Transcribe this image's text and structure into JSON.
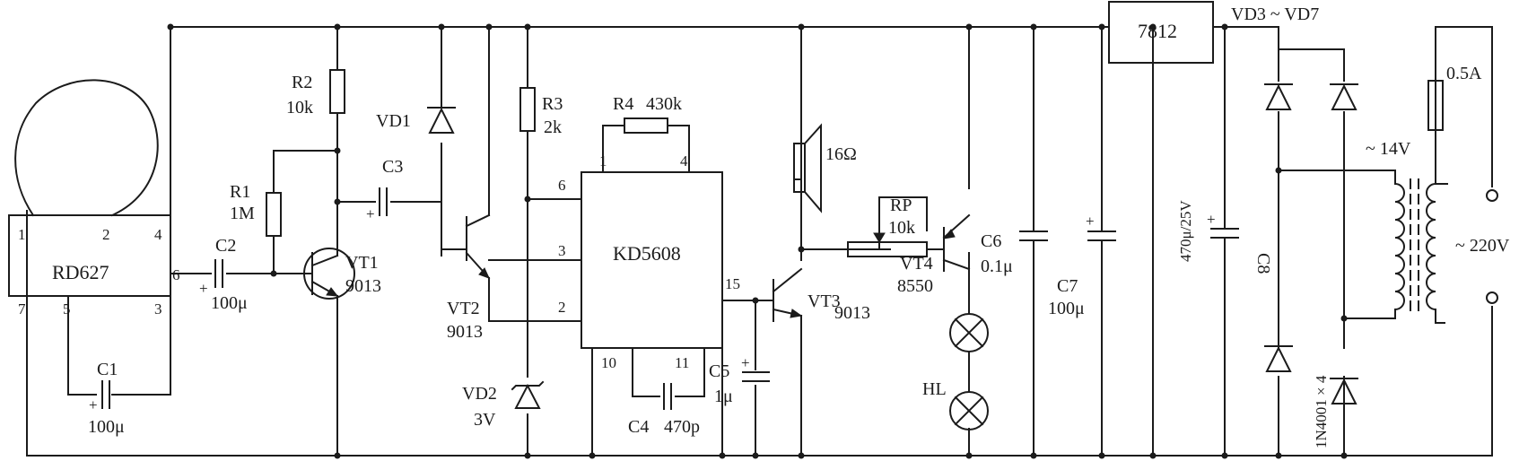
{
  "sensor": {
    "part": "RD627",
    "pins": [
      "1",
      "2",
      "4",
      "6",
      "7",
      "5",
      "3"
    ]
  },
  "resistors": {
    "r1": {
      "ref": "R1",
      "value": "1M"
    },
    "r2": {
      "ref": "R2",
      "value": "10k"
    },
    "r3": {
      "ref": "R3",
      "value": "2k"
    },
    "r4": {
      "ref": "R4",
      "value": "430k"
    },
    "rp": {
      "ref": "RP",
      "value": "10k"
    }
  },
  "capacitors": {
    "c1": {
      "ref": "C1",
      "value": "100μ"
    },
    "c2": {
      "ref": "C2",
      "value": "100μ"
    },
    "c3": {
      "ref": "C3"
    },
    "c4": {
      "ref": "C4",
      "value": "470p"
    },
    "c5": {
      "ref": "C5",
      "value": "1μ"
    },
    "c6": {
      "ref": "C6",
      "value": "0.1μ"
    },
    "c7": {
      "ref": "C7",
      "value": "100μ"
    },
    "c8": {
      "ref": "C8",
      "value": "470μ/25V"
    }
  },
  "transistors": {
    "vt1": {
      "ref": "VT1",
      "part": "9013"
    },
    "vt2": {
      "ref": "VT2",
      "part": "9013"
    },
    "vt3": {
      "ref": "VT3",
      "part": "9013"
    },
    "vt4": {
      "ref": "VT4",
      "part": "8550"
    }
  },
  "diodes": {
    "vd1": {
      "ref": "VD1"
    },
    "vd2": {
      "ref": "VD2",
      "value": "3V"
    },
    "bridge": {
      "ref": "VD3 ~ VD7",
      "part": "1N4001 × 4"
    }
  },
  "ic": {
    "part": "KD5608",
    "pins": [
      "1",
      "4",
      "6",
      "3",
      "2",
      "15",
      "10",
      "11"
    ]
  },
  "regulator": {
    "part": "7812"
  },
  "speaker": {
    "value": "16Ω"
  },
  "lamp": {
    "ref": "HL"
  },
  "power": {
    "fuse": "0.5A",
    "secondary": "~ 14V",
    "mains": "~ 220V"
  },
  "polarity_mark": "+"
}
